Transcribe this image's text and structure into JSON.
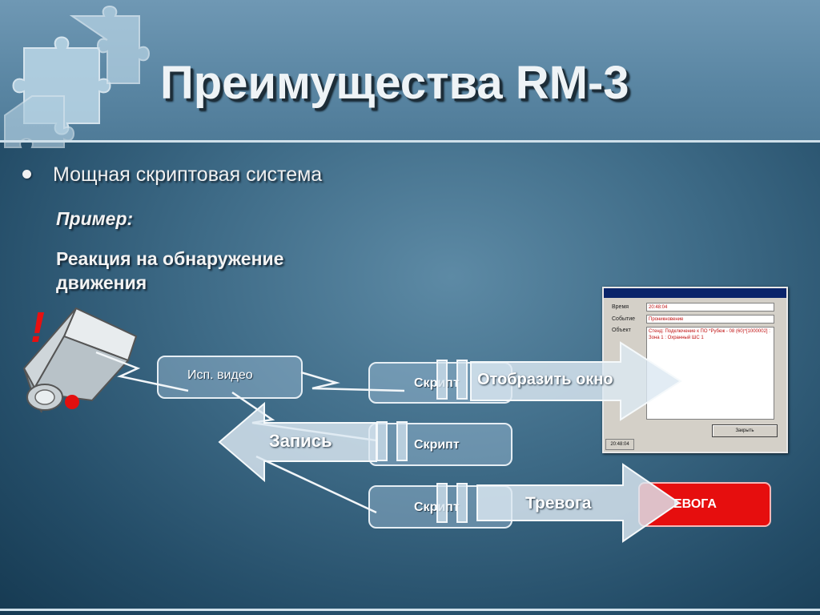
{
  "slide": {
    "title": "Преимущества RM-3",
    "bullet": "Мощная скриптовая система",
    "example_label": "Пример:",
    "reaction_text": "Реакция на обнаружение движения",
    "alert_mark": "!"
  },
  "diagram": {
    "source_node": "Исп. видео",
    "script_nodes": [
      "Скрипт",
      "Скрипт",
      "Скрипт"
    ],
    "arrows": {
      "show_window": "Отобразить окно",
      "record": "Запись",
      "alarm": "Тревога"
    },
    "alarm_box": "ЕВОГА"
  },
  "event_window": {
    "labels": [
      "Время",
      "Событие",
      "Объект"
    ],
    "time_value": "20:48:04",
    "event_value": "Проникновение",
    "object_value": "Стенд: Подключение к ПО *Рубеж - 08 (60)*[1000002] : Зона 1 : Охранный ШС 1",
    "close_button": "Закрыть",
    "status_time": "20:48:04"
  },
  "colors": {
    "accent_red": "#e60e0e",
    "background_blue": "#3e6b87"
  }
}
